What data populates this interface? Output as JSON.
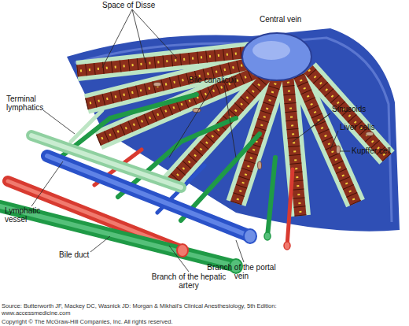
{
  "diagram": {
    "labels": [
      "Space of Disse",
      "Central vein",
      "Bile canaliculi",
      "Sinusoids",
      "Liver cells",
      "Kupffer cell",
      "Terminal lymphatics",
      "Lymphatic vessel",
      "Bile duct",
      "Branch of the hepatic artery",
      "Branch of the portal vein",
      "Source: Butterworth JF, Mackey DC, Wasnick JD: Morgan & Mikhail's Clinical Anesthesiology, 5th Edition: www.accessmedicine.com",
      "Copyright © The McGraw-Hill Companies, Inc. All rights reserved."
    ]
  }
}
